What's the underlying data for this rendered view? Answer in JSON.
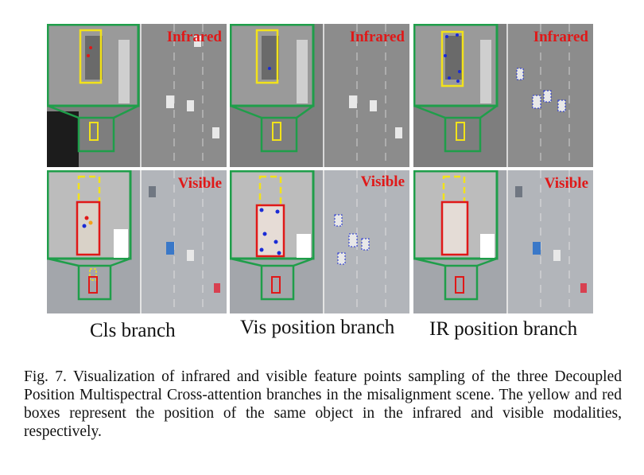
{
  "figure": {
    "rows": [
      {
        "modality_label": "Infrared",
        "label_color": "#e01818"
      },
      {
        "modality_label": "Visible",
        "label_color": "#e01818"
      }
    ],
    "columns": [
      {
        "label": "Cls branch"
      },
      {
        "label": "Vis position branch"
      },
      {
        "label": "IR position branch"
      }
    ],
    "caption": "Fig. 7.  Visualization of infrared and visible feature points sampling of the three Decoupled Position Multispectral Cross-attention branches in the misalignment scene. The yellow and red boxes represent the position of the same object in the infrared and visible modalities, respectively."
  },
  "colors": {
    "infrared_box": "#f2e21a",
    "visible_box": "#e01818",
    "zoom_frame": "#1f9e4a",
    "sample_points": "#1a2bd6"
  }
}
